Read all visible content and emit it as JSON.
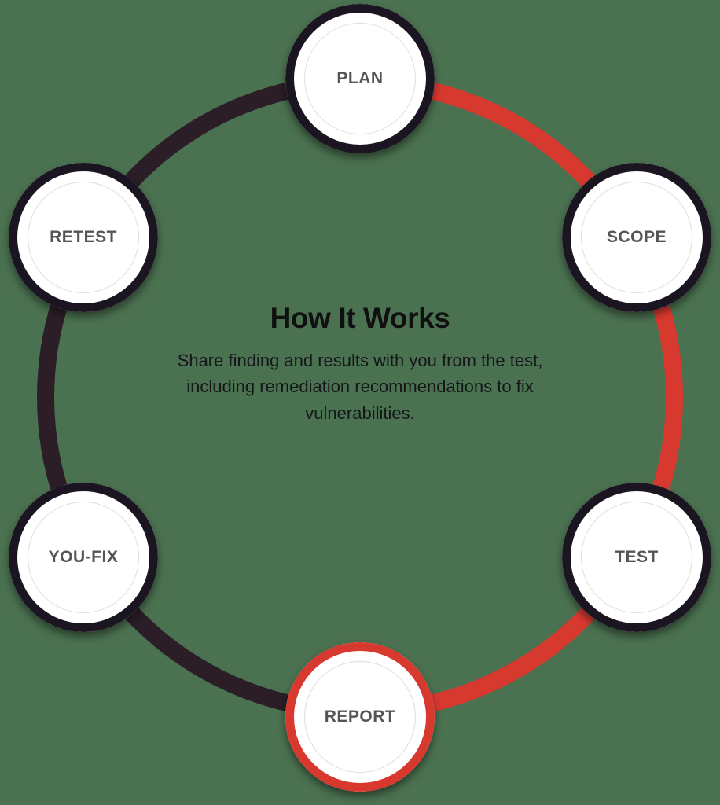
{
  "background_color": "#4A7150",
  "diagram": {
    "name": "how-it-works-process-cycle",
    "center": {
      "title": "How It Works",
      "description": "Share finding and results with you from the test, including remediation recommendations to fix vulnerabilities."
    },
    "colors": {
      "arc_active": "#D8392F",
      "arc_inactive": "#2B1E26",
      "node_ring": "#1A1520",
      "node_ring_active": "#D8392F",
      "node_fill": "#FFFFFF",
      "node_inner_circle": "#DEDEDE",
      "node_label": "#555555",
      "title": "#101010"
    },
    "nodes": [
      {
        "id": "plan",
        "label": "PLAN",
        "position": "top",
        "active": false
      },
      {
        "id": "scope",
        "label": "SCOPE",
        "position": "upper-right",
        "active": false
      },
      {
        "id": "test",
        "label": "TEST",
        "position": "lower-right",
        "active": false
      },
      {
        "id": "report",
        "label": "REPORT",
        "position": "bottom",
        "active": true
      },
      {
        "id": "youfix",
        "label": "YOU-FIX",
        "position": "lower-left",
        "active": false
      },
      {
        "id": "retest",
        "label": "RETEST",
        "position": "upper-left",
        "active": false
      }
    ],
    "arcs": [
      {
        "from": "plan",
        "to": "scope",
        "state": "active"
      },
      {
        "from": "scope",
        "to": "test",
        "state": "active"
      },
      {
        "from": "test",
        "to": "report",
        "state": "active"
      },
      {
        "from": "report",
        "to": "youfix",
        "state": "inactive"
      },
      {
        "from": "youfix",
        "to": "retest",
        "state": "inactive"
      },
      {
        "from": "retest",
        "to": "plan",
        "state": "inactive"
      }
    ]
  }
}
